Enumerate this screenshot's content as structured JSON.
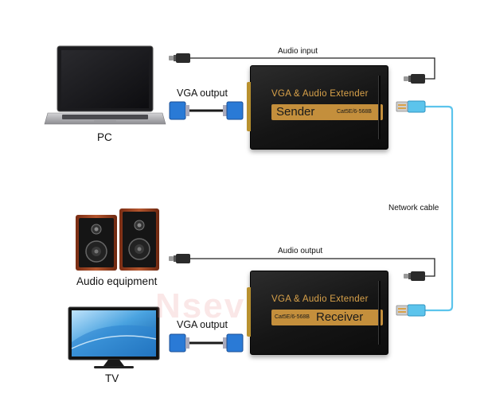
{
  "devices": {
    "pc_label": "PC",
    "audio_label": "Audio equipment",
    "tv_label": "TV"
  },
  "connections": {
    "audio_input": "Audio input",
    "audio_output": "Audio output",
    "vga_output_top": "VGA output",
    "vga_output_bottom": "VGA output",
    "network_cable": "Network cable"
  },
  "sender": {
    "title": "VGA & Audio  Extender",
    "role": "Sender",
    "model": "Cat5E/6-568B"
  },
  "receiver": {
    "title": "VGA & Audio  Extender",
    "role": "Receiver",
    "model": "Cat5E/6-568B"
  },
  "watermark": "Nsevico",
  "colors": {
    "box_accent": "#c48f3c",
    "box_title": "#d9a24a",
    "network_cable": "#5cc4ec",
    "vga_connector": "#2a7ad6",
    "speaker_wood": "#a0492a",
    "tv_screen": "#4aa3e0"
  }
}
